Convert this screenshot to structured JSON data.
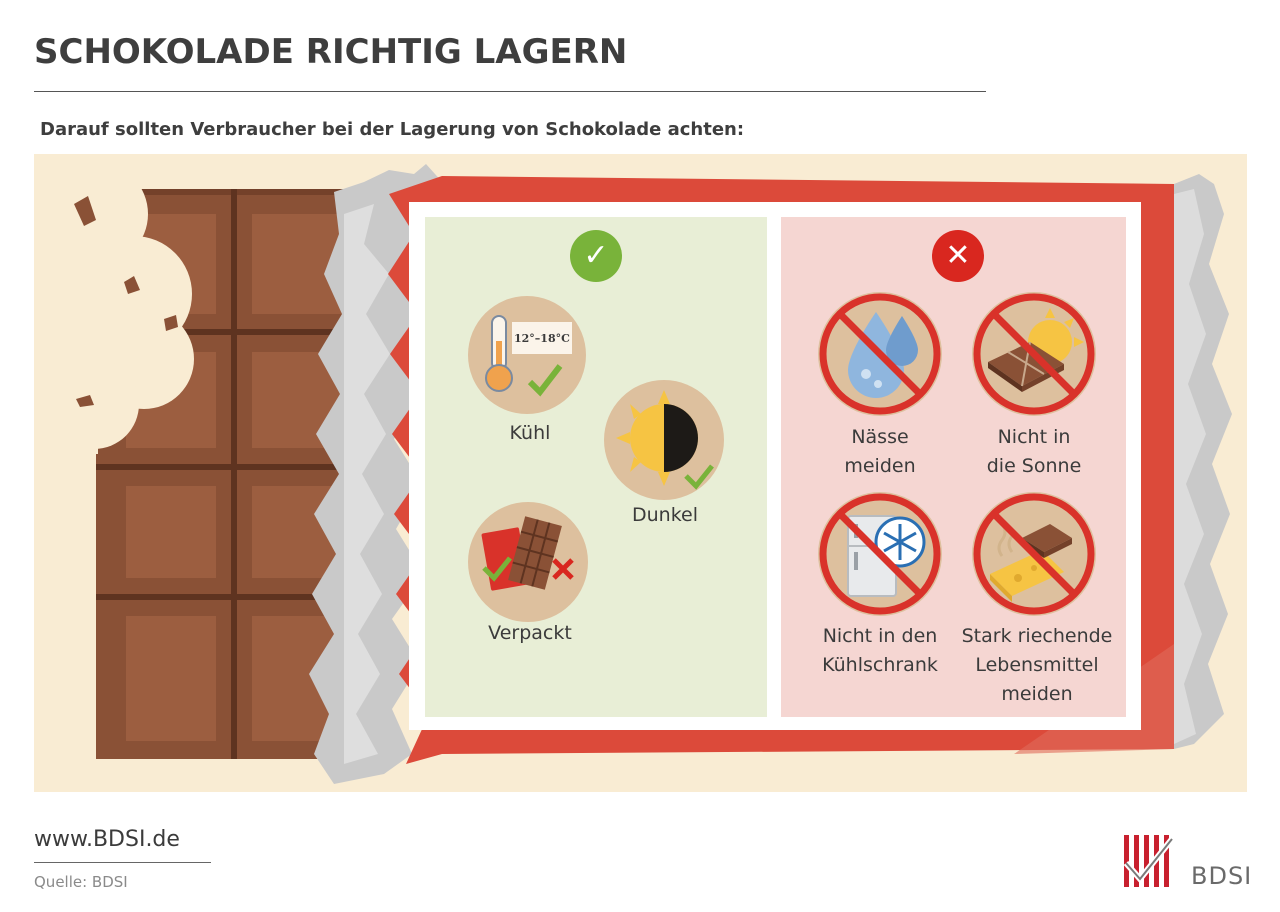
{
  "header": {
    "title": "SCHOKOLADE RICHTIG LAGERN",
    "subtitle": "Darauf sollten Verbraucher bei der Lagerung von Schokolade achten:"
  },
  "colors": {
    "wrapper_red": "#dc4a3a",
    "chocolate": "#8a5136",
    "good_panel": "#e8eed6",
    "bad_panel": "#f5d6d2",
    "check_green": "#79b33a",
    "cross_red": "#d9271f",
    "icon_bg": "#ddc09e"
  },
  "good": {
    "badge": "✓",
    "items": [
      {
        "label": "Kühl",
        "icon": "thermometer-icon",
        "temp": "12°–18°C"
      },
      {
        "label": "Dunkel",
        "icon": "sun-moon-icon"
      },
      {
        "label": "Verpackt",
        "icon": "wrapped-chocolate-icon"
      }
    ]
  },
  "bad": {
    "badge": "✕",
    "items": [
      {
        "label": "Nässe\nmeiden",
        "icon": "water-drops-icon"
      },
      {
        "label": "Nicht in\ndie Sonne",
        "icon": "chocolate-sun-icon"
      },
      {
        "label": "Nicht in den\nKühlschrank",
        "icon": "fridge-icon"
      },
      {
        "label": "Stark riechende\nLebensmittel\nmeiden",
        "icon": "cheese-icon"
      }
    ]
  },
  "footer": {
    "url": "www.BDSI.de",
    "source": "Quelle: BDSI",
    "logo": "BDSI"
  }
}
